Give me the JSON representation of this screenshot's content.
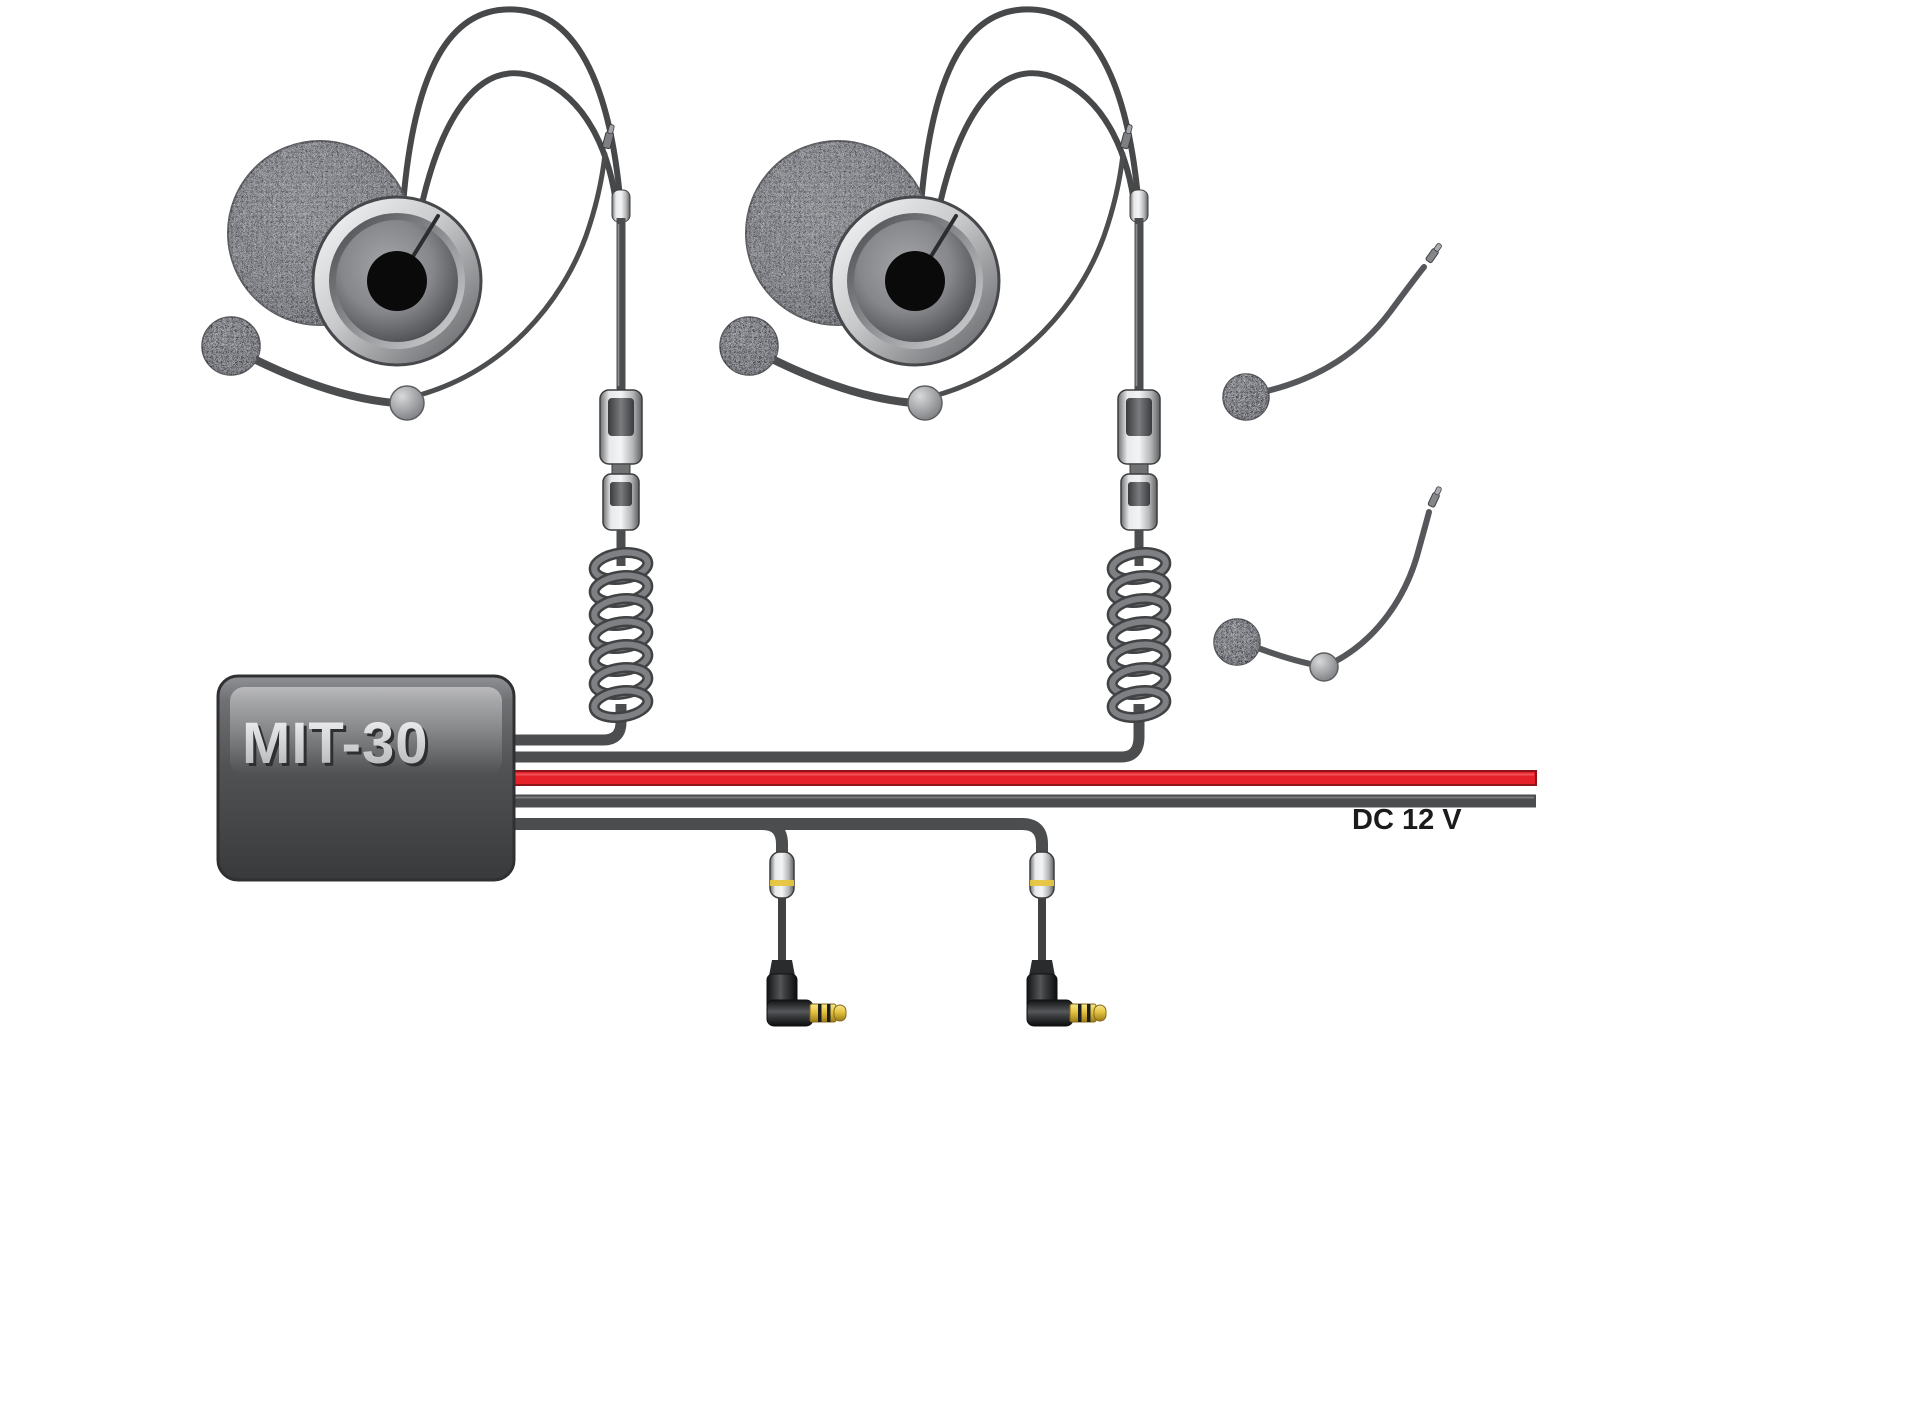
{
  "diagram": {
    "device_label": "MIT-30",
    "power_label": "DC 12 V",
    "components": {
      "headset_1": "headset with speaker and boom microphone",
      "headset_2": "headset with speaker and boom microphone",
      "control_unit": "MIT-30 control unit",
      "audio_jack_1": "3.5mm right-angle audio plug",
      "audio_jack_2": "3.5mm right-angle audio plug",
      "spare_mic_1": "spare boom microphone",
      "spare_mic_2": "spare boom microphone",
      "power_wire": "DC 12V power lead"
    }
  },
  "theme": {
    "canvas-bg": "#ffffff",
    "power-red": "#e62129",
    "power-red-dark": "#8d1418",
    "wire-gray": "#4b4d4f",
    "plug-gold": "#e8c53e",
    "label-text": "#1b1b1b"
  }
}
